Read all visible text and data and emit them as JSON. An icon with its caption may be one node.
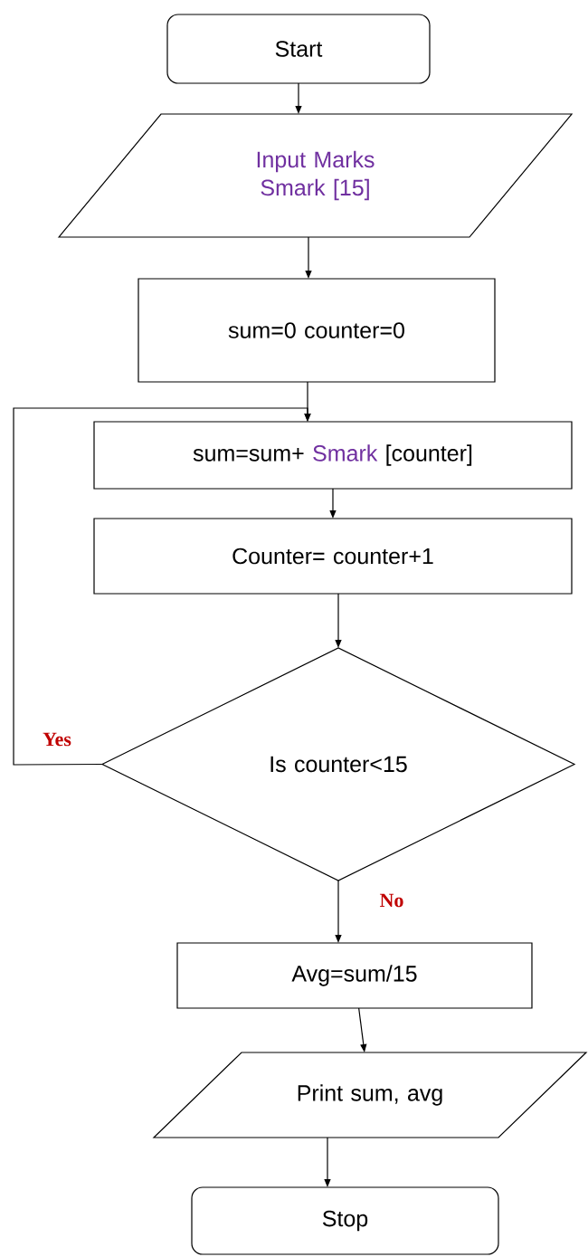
{
  "diagram": {
    "nodes": [
      {
        "text": [
          "Start"
        ]
      },
      {
        "text": [
          "Input Marks Smark [15]"
        ]
      },
      {
        "text": [
          "sum=0 counter=0"
        ]
      },
      {
        "text": [
          "sum=sum+",
          "Smark",
          "[counter]"
        ]
      },
      {
        "text": [
          "Counter= counter+1"
        ]
      },
      {
        "text": [
          "Is counter<15"
        ]
      },
      {
        "text": [
          "Avg=sum/15"
        ]
      },
      {
        "text": [
          "Print sum, avg"
        ]
      },
      {
        "text": [
          "Stop"
        ]
      }
    ],
    "edges": [
      {
        "from": 0,
        "to": 1,
        "arrow": "to"
      },
      {
        "from": 1,
        "to": 2,
        "arrow": "to"
      },
      {
        "from": 2,
        "to": 3,
        "arrow": "to"
      },
      {
        "from": 3,
        "to": 4,
        "arrow": "to"
      },
      {
        "from": 4,
        "to": 5,
        "arrow": "to"
      },
      {
        "from": 5,
        "to": 3,
        "arrow": "to",
        "label": "Yes"
      },
      {
        "from": 5,
        "to": 6,
        "arrow": "to",
        "label": "No"
      },
      {
        "from": 6,
        "to": 7,
        "arrow": "to"
      },
      {
        "from": 7,
        "to": 8,
        "arrow": "to"
      }
    ]
  }
}
